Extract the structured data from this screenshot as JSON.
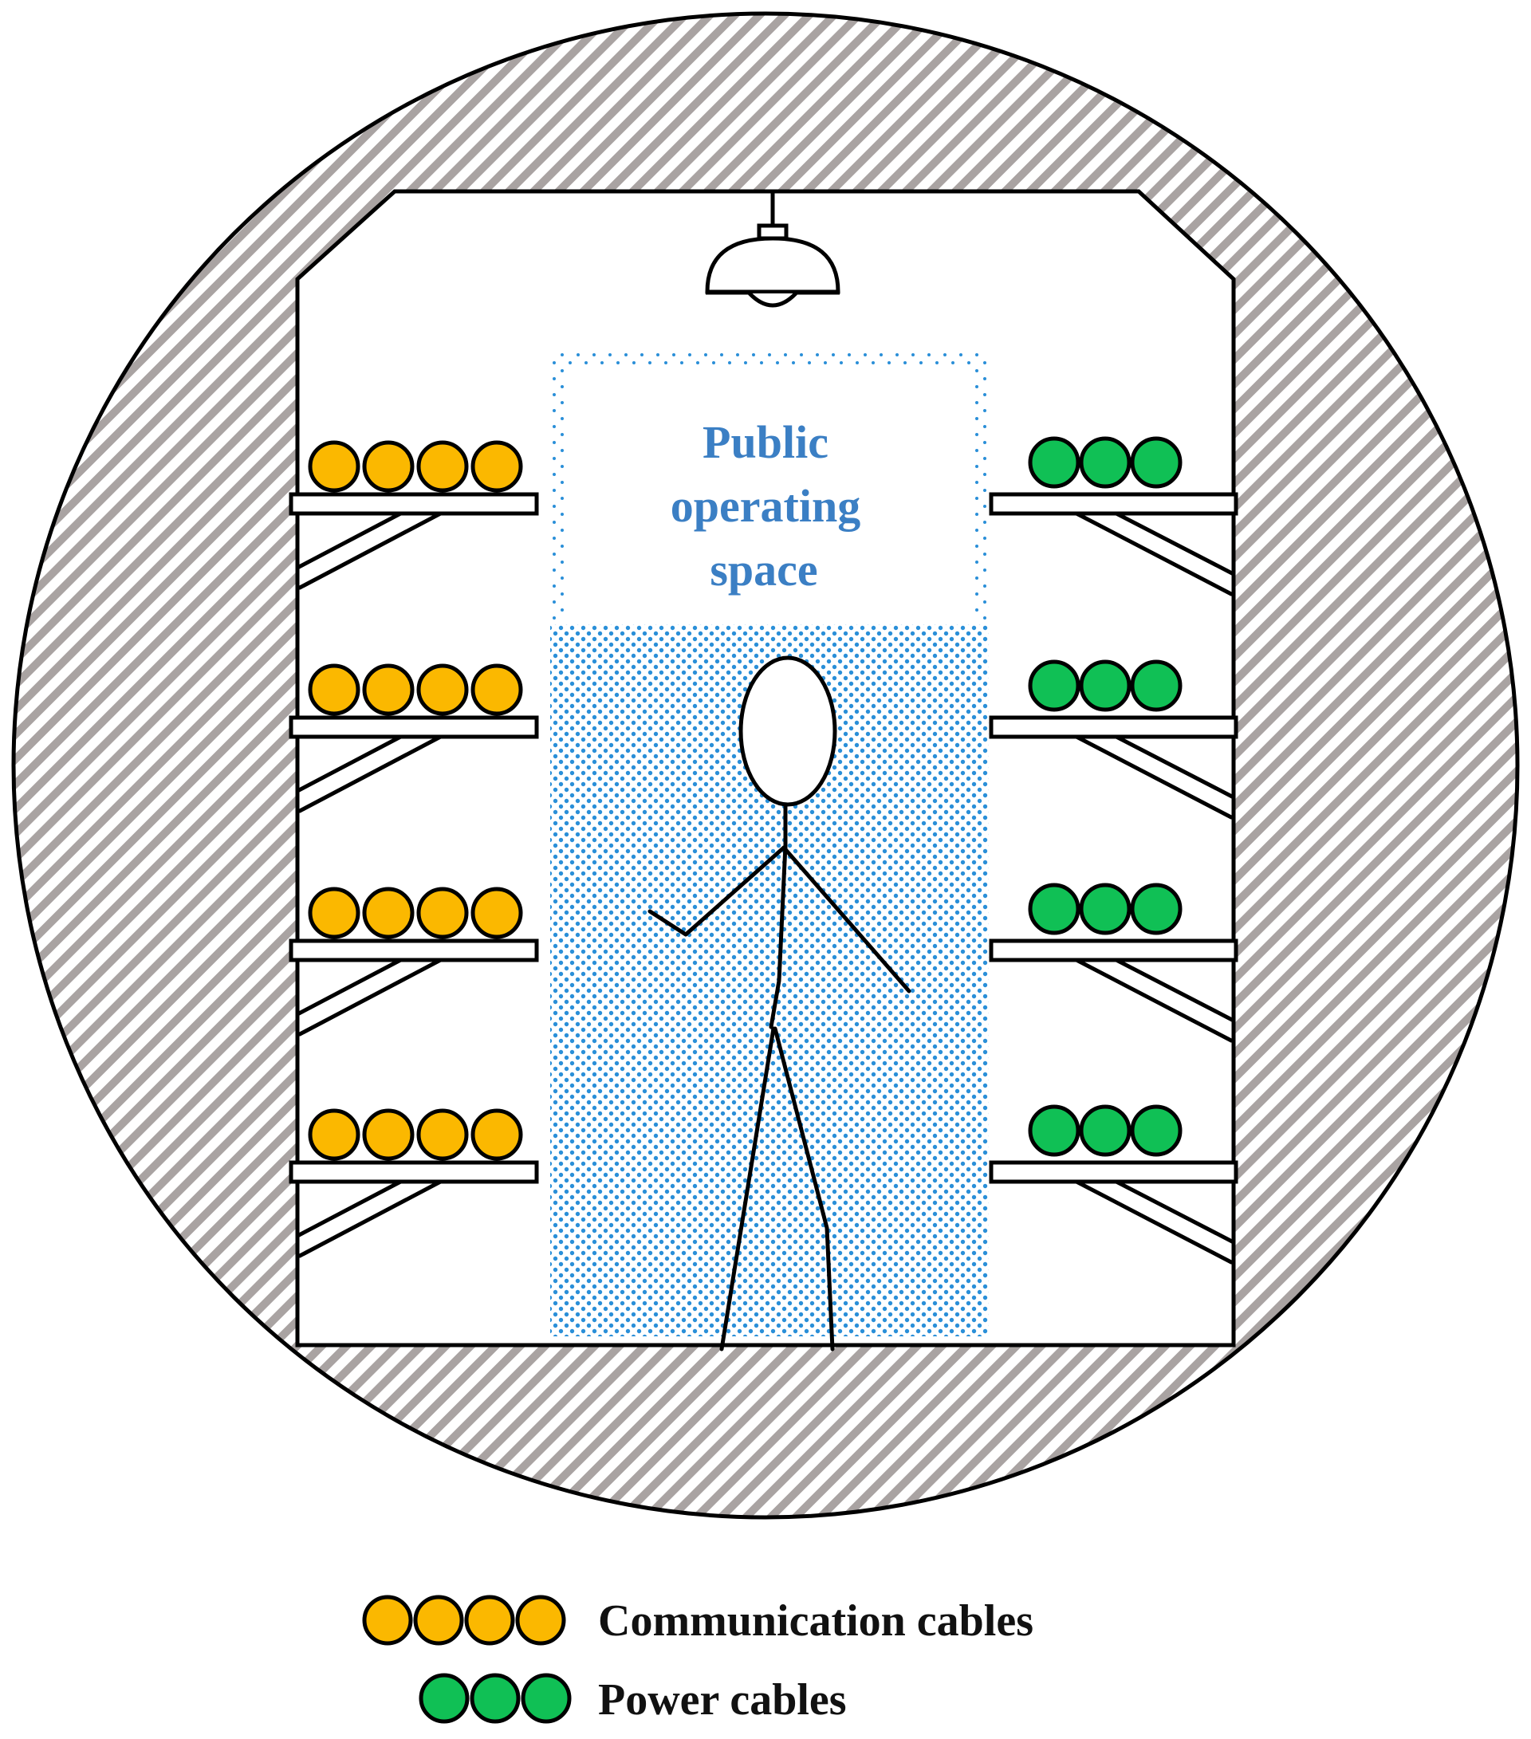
{
  "diagram": {
    "space_label_lines": [
      "Public",
      "operating",
      "space"
    ],
    "legend": {
      "communication": "Communication cables",
      "power": "Power cables"
    }
  },
  "colors": {
    "communication_cable": "#fbb800",
    "power_cable": "#10c055",
    "space_dots": "#2a8fd8",
    "space_text": "#3b7fc4",
    "hatch": "#a9a3a2",
    "outline": "#000000"
  },
  "cable_counts": {
    "communication_per_tray": 4,
    "power_per_tray": 3,
    "trays_per_side": 4,
    "legend_communication": 4,
    "legend_power": 3
  }
}
